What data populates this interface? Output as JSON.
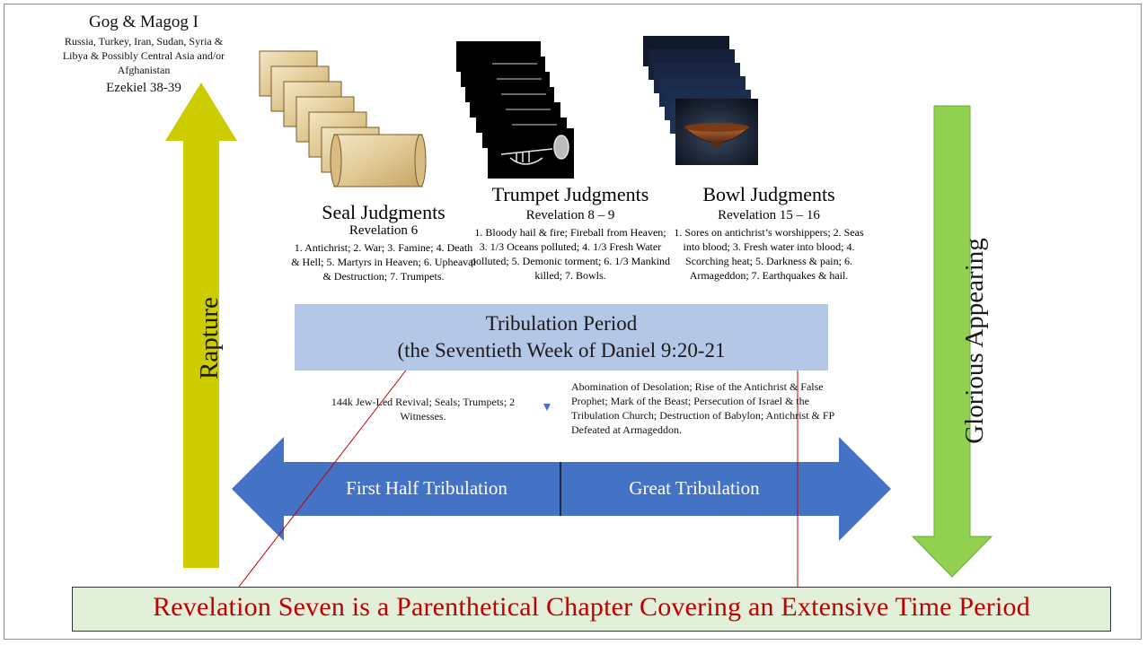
{
  "gog": {
    "title": "Gog & Magog I",
    "nations": "Russia, Turkey, Iran, Sudan, Syria & Libya & Possibly Central Asia and/or Afghanistan",
    "reference": "Ezekiel 38-39"
  },
  "seal": {
    "title": "Seal Judgments",
    "reference": "Revelation 6",
    "list": "1. Antichrist; 2. War; 3. Famine; 4. Death & Hell; 5. Martyrs in Heaven; 6. Upheaval & Destruction; 7. Trumpets."
  },
  "trumpet": {
    "title": "Trumpet Judgments",
    "reference": "Revelation 8 – 9",
    "list": "1. Bloody hail & fire; Fireball from Heaven; 3. 1/3 Oceans polluted; 4. 1/3 Fresh Water polluted; 5. Demonic torment; 6. 1/3 Mankind killed; 7. Bowls."
  },
  "bowl": {
    "title": "Bowl Judgments",
    "reference": "Revelation 15 – 16",
    "list": "1. Sores on antichrist’s worshippers; 2. Seas into blood; 3. Fresh water into blood; 4. Scorching heat; 5. Darkness & pain; 6. Armageddon; 7. Earthquakes & hail."
  },
  "tribulation": {
    "line1": "Tribulation Period",
    "line2": "(the Seventieth Week of Daniel 9:20-21"
  },
  "first_half_events": "144k Jew-Led Revival; Seals; Trumpets; 2 Witnesses.",
  "great_events": "Abomination of Desolation; Rise of the Antichrist & False Prophet; Mark of the Beast; Persecution of Israel & the Tribulation Church; Destruction of Babylon; Antichrist & FP Defeated at Armageddon.",
  "timeline": {
    "first_half": "First Half Tribulation",
    "second_half": "Great Tribulation"
  },
  "rapture": "Rapture",
  "glorious_appearing": "Glorious Appearing",
  "banner": "Revelation Seven is a Parenthetical Chapter Covering an Extensive Time Period",
  "colors": {
    "rapture_arrow": "#cccc00",
    "glorious_arrow": "#92d050",
    "timeline_arrow": "#4472c4",
    "tribulation_box": "#b4c7e7",
    "banner_fill": "#e2efd9",
    "banner_text": "#c00000",
    "pointer_lines": "#c00000"
  },
  "icons": {
    "seal": "scroll-icon",
    "trumpet": "trumpet-icon",
    "bowl": "bowl-icon"
  }
}
